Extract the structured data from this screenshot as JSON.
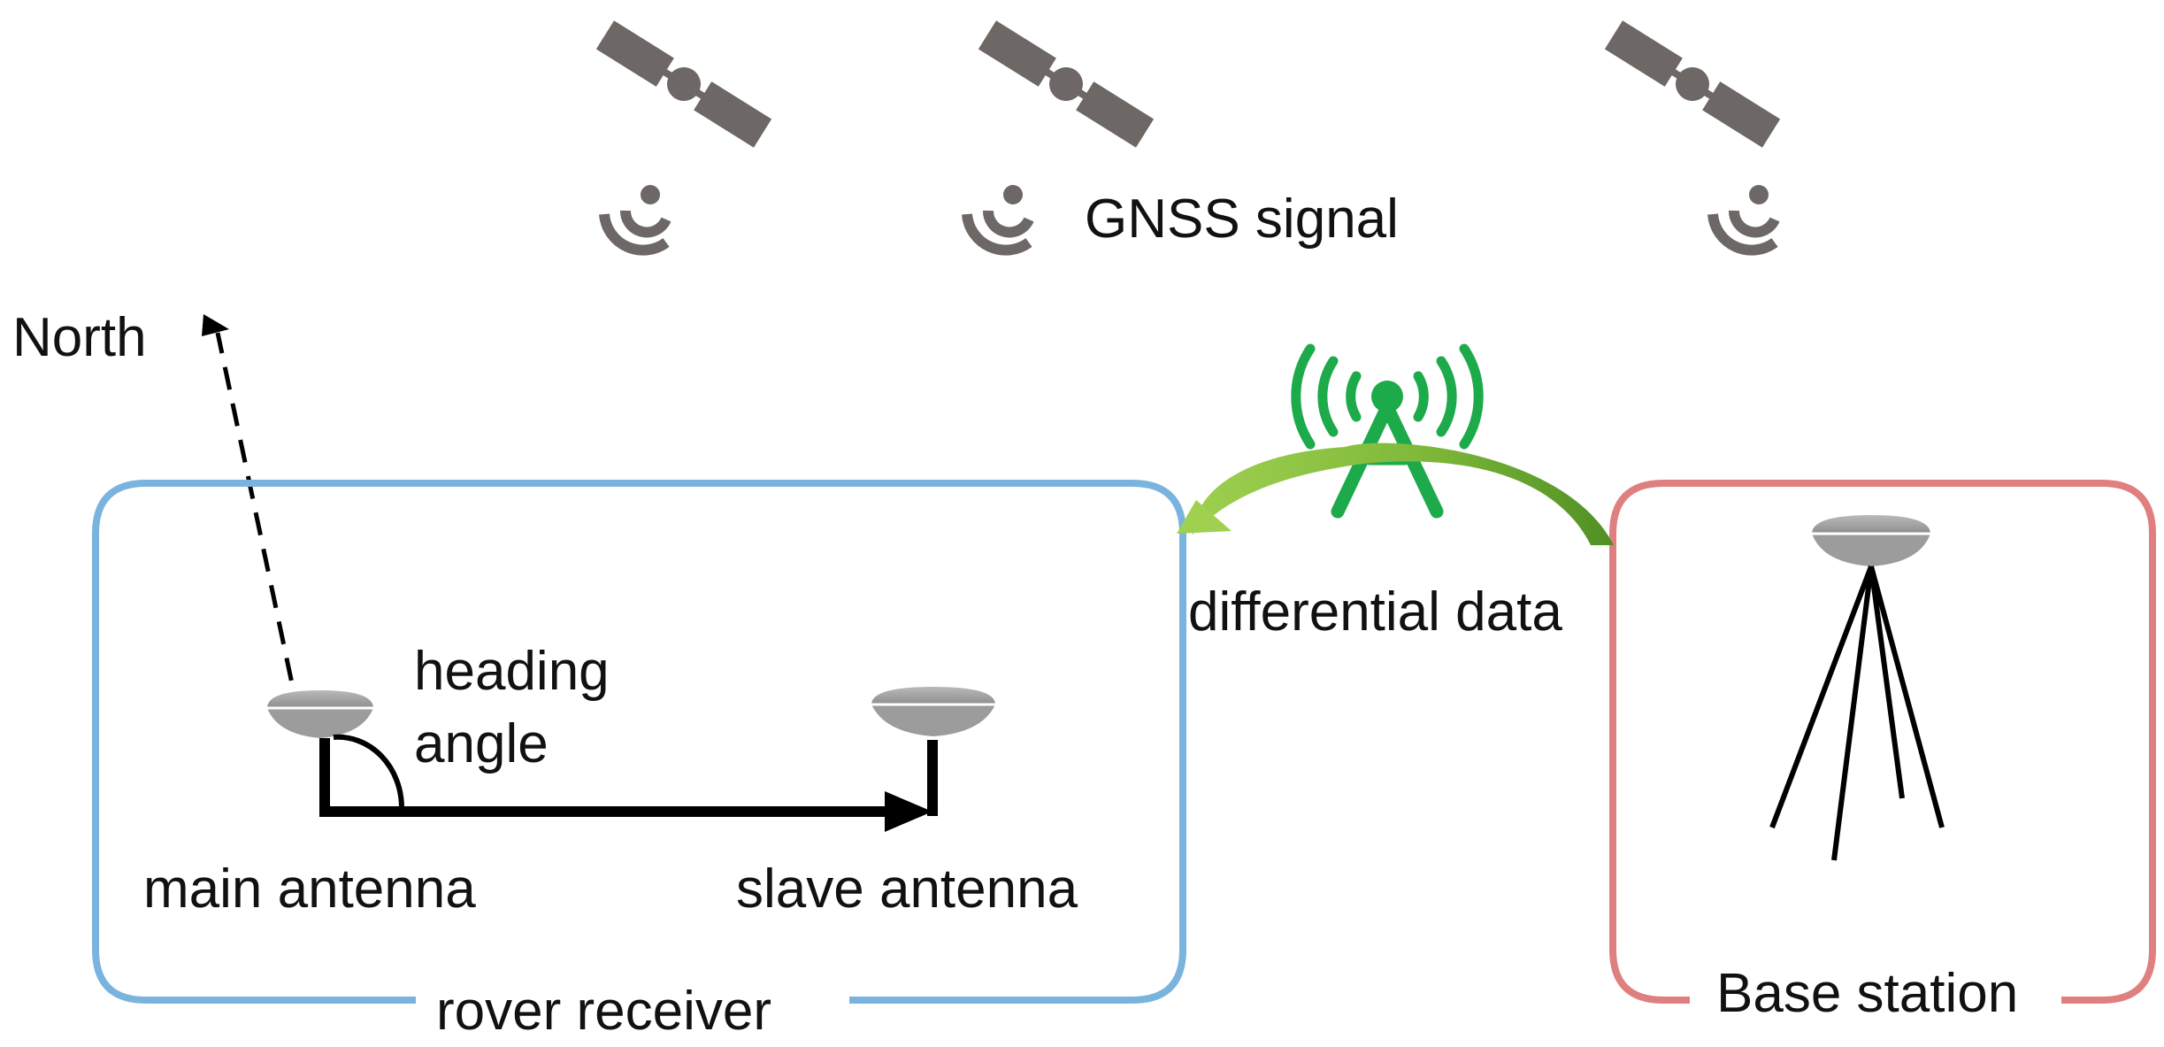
{
  "labels": {
    "gnss_signal": "GNSS signal",
    "north": "North",
    "heading_line1": "heading",
    "heading_line2": "angle",
    "main_antenna": "main antenna",
    "slave_antenna": "slave antenna",
    "differential_data": "differential data",
    "rover_receiver": "rover receiver",
    "base_station": "Base station"
  },
  "colors": {
    "rover_box": "#7ab3de",
    "base_box": "#df7f80",
    "tower": "#1daa4a",
    "arrow_light": "#8cc63f",
    "arrow_dark": "#5a9a2a",
    "satellite": "#6d6766",
    "antenna": "#a8a8a8",
    "text": "#111111"
  },
  "icons": [
    "satellite-icon",
    "signal-wave-icon",
    "radio-tower-icon",
    "gnss-antenna-icon",
    "tripod-icon"
  ]
}
